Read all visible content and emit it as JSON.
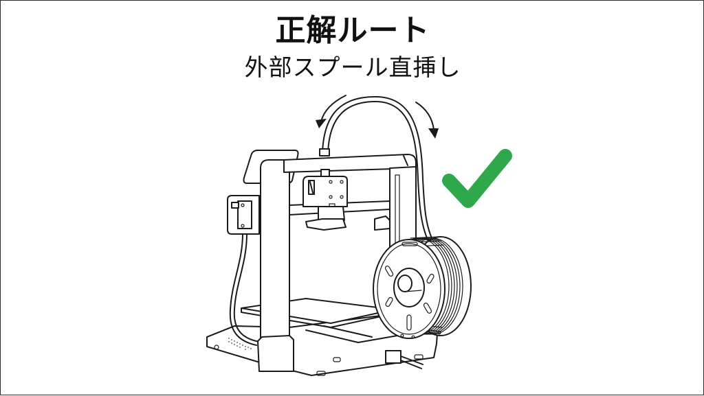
{
  "header": {
    "title": "正解ルート",
    "subtitle": "外部スプール直挿し"
  },
  "illustration": {
    "subject": "3d-printer-with-external-spool",
    "route_arrows": [
      "arrow-left-down",
      "arrow-right-down"
    ],
    "status_icon": "checkmark-icon"
  },
  "colors": {
    "check": "#2ea84a",
    "line": "#1a1a1a",
    "background": "#ffffff"
  }
}
